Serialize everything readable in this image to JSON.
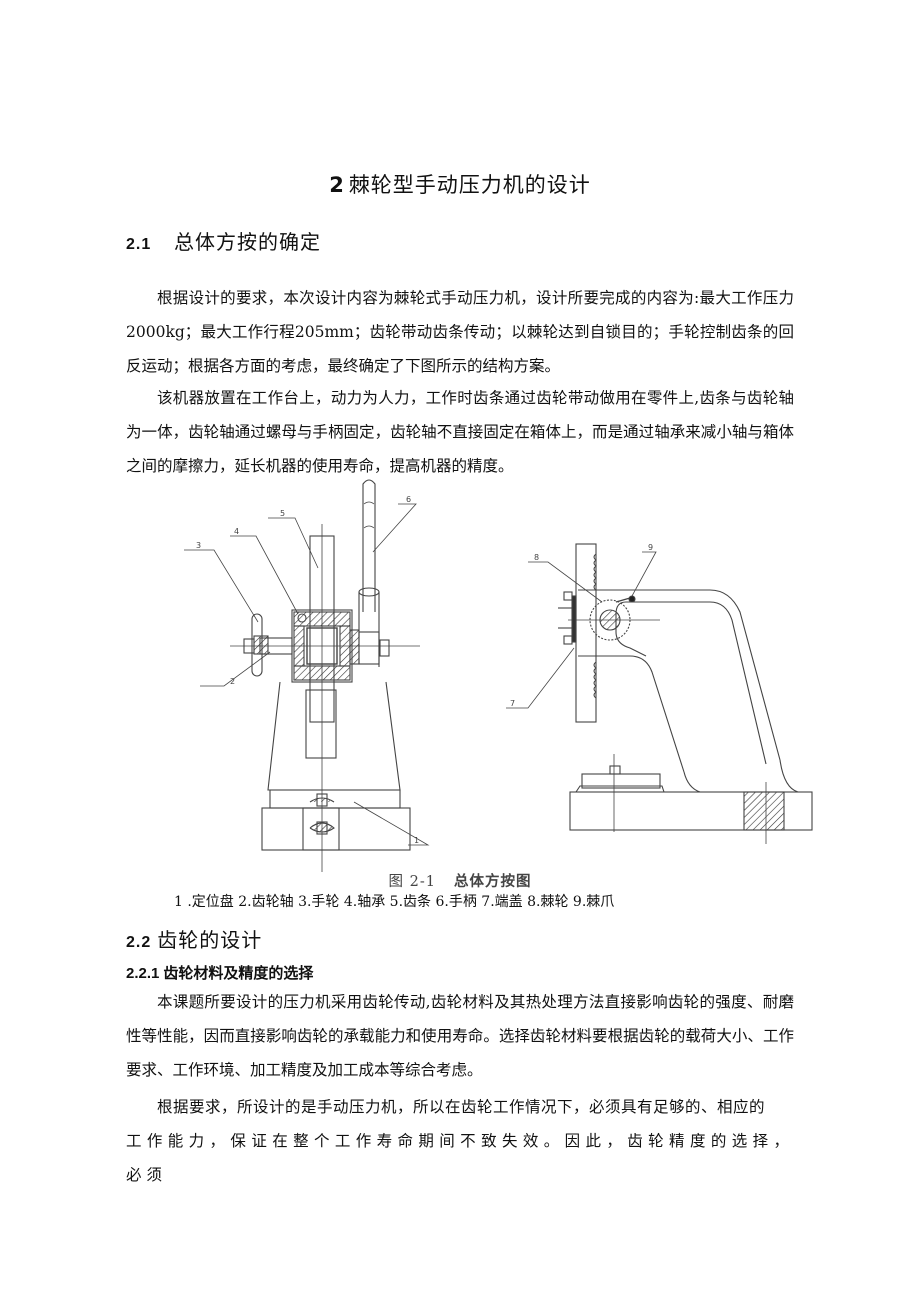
{
  "document": {
    "chapter": {
      "number": "2",
      "title": "棘轮型手动压力机的设计"
    },
    "section_2_1": {
      "number": "2.1",
      "title": "总体方按的确定",
      "paragraphs": [
        "根据设计的要求，本次设计内容为棘轮式手动压力机，设计所要完成的内容为:最大工作压力2000kg；最大工作行程205mm；齿轮带动齿条传动；以棘轮达到自锁目的；手轮控制齿条的回反运动；根据各方面的考虑，最终确定了下图所示的结构方案。",
        "该机器放置在工作台上，动力为人力，工作时齿条通过齿轮带动做用在零件上,齿条与齿轮轴为一体，齿轮轴通过螺母与手柄固定，齿轮轴不直接固定在箱体上，而是通过轴承来减小轴与箱体之间的摩擦力，延长机器的使用寿命，提高机器的精度。"
      ]
    },
    "figure": {
      "number": "图 2-1",
      "title": "总体方按图",
      "legend": "1  .定位盘 2.齿轮轴 3.手轮 4.轴承 5.齿条 6.手柄 7.端盖 8.棘轮 9.棘爪",
      "callouts": [
        "1",
        "2",
        "3",
        "4",
        "5",
        "6",
        "7",
        "8",
        "9"
      ],
      "parts": [
        {
          "id": "1",
          "name": "定位盘"
        },
        {
          "id": "2",
          "name": "齿轮轴"
        },
        {
          "id": "3",
          "name": "手轮"
        },
        {
          "id": "4",
          "name": "轴承"
        },
        {
          "id": "5",
          "name": "齿条"
        },
        {
          "id": "6",
          "name": "手柄"
        },
        {
          "id": "7",
          "name": "端盖"
        },
        {
          "id": "8",
          "name": "棘轮"
        },
        {
          "id": "9",
          "name": "棘爪"
        }
      ]
    },
    "section_2_2": {
      "number": "2.2",
      "title": "齿轮的设计"
    },
    "section_2_2_1": {
      "number": "2.2.1",
      "title": "齿轮材料及精度的选择",
      "paragraphs": [
        "本课题所要设计的压力机采用齿轮传动,齿轮材料及其热处理方法直接影响齿轮的强度、耐磨性等性能，因而直接影响齿轮的承载能力和使用寿命。选择齿轮材料要根据齿轮的载荷大小、工作要求、工作环境、加工精度及加工成本等综合考虑。",
        "根据要求，所设计的是手动压力机，所以在齿轮工作情况下，必须具有足够的、相应的",
        "工作能力，保证在整个工作寿命期间不致失效。因此，齿轮精度的选择，必须"
      ]
    }
  }
}
